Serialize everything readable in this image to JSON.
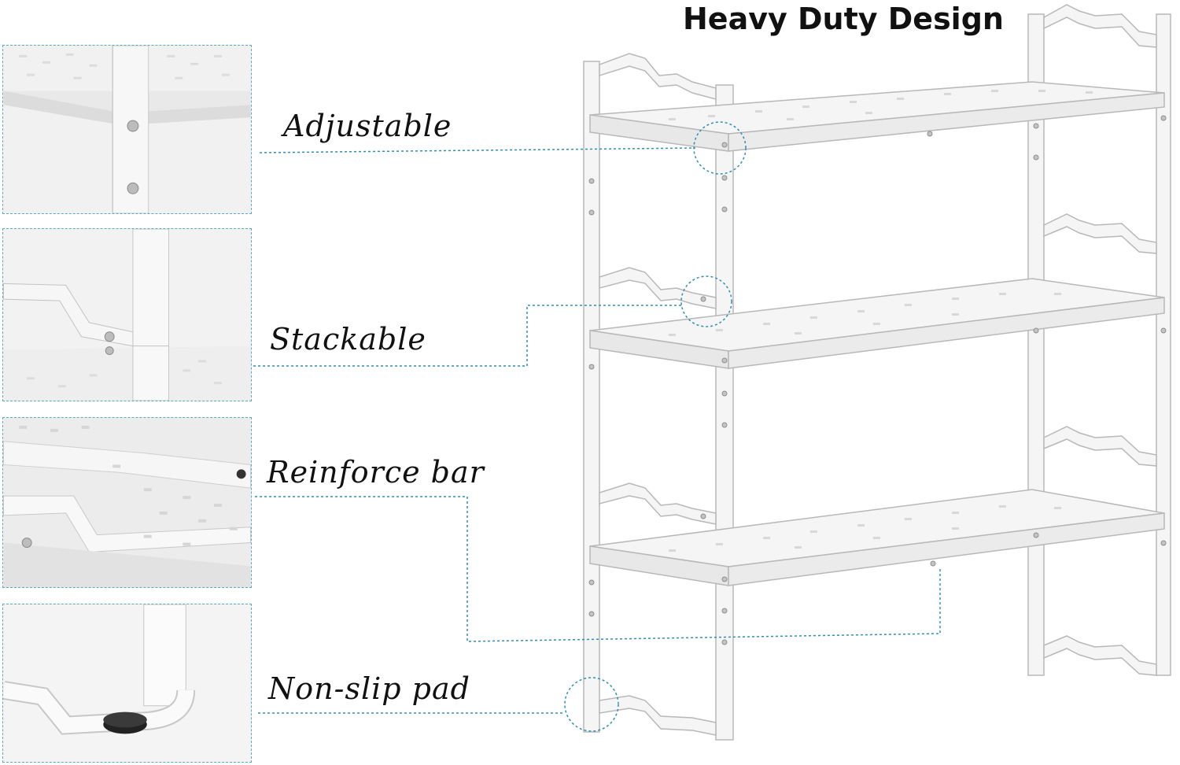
{
  "title": "Heavy Duty Design",
  "features": [
    {
      "label": "Adjustable",
      "detail_icon": "bolt-joint-icon"
    },
    {
      "label": "Stackable",
      "detail_icon": "stack-hook-icon"
    },
    {
      "label": "Reinforce bar",
      "detail_icon": "reinforce-bar-icon"
    },
    {
      "label": "Non-slip pad",
      "detail_icon": "rubber-pad-icon"
    }
  ],
  "colors": {
    "callout_line": "#2f8fb0",
    "rack": "#f4f4f4",
    "rack_edge": "#b5b5b5",
    "text": "#111111"
  }
}
